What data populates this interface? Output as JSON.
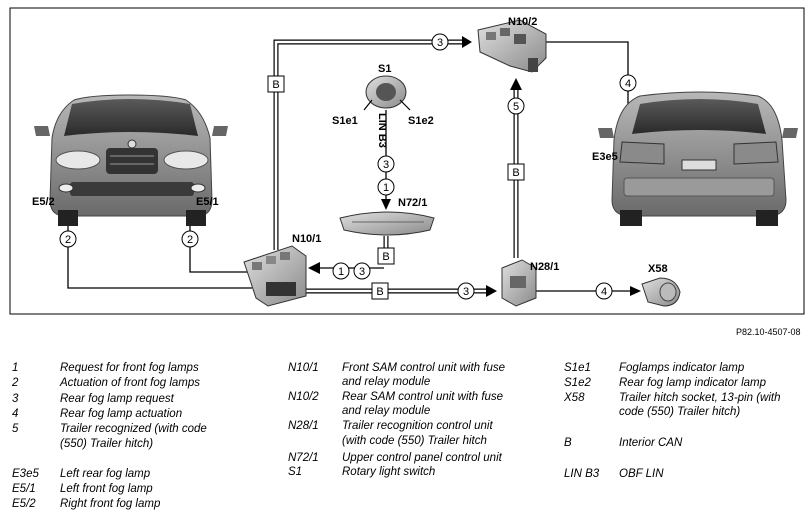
{
  "labels": {
    "n10_2": "N10/2",
    "s1": "S1",
    "s1e1": "S1e1",
    "s1e2": "S1e2",
    "lin_b3": "LIN B3",
    "n72_1": "N72/1",
    "n10_1": "N10/1",
    "n28_1": "N28/1",
    "x58": "X58",
    "e5_2": "E5/2",
    "e5_1": "E5/1",
    "e3e5": "E3e5",
    "bus_b": "B"
  },
  "signals": [
    "1",
    "2",
    "3",
    "4",
    "5"
  ],
  "reference": "P82.10-4507-08",
  "legend": {
    "col1": [
      {
        "code": "1",
        "desc": [
          "Request for front fog lamps"
        ]
      },
      {
        "code": "2",
        "desc": [
          "Actuation of front fog lamps"
        ]
      },
      {
        "code": "3",
        "desc": [
          "Rear fog lamp request"
        ]
      },
      {
        "code": "4",
        "desc": [
          "Rear fog lamp actuation"
        ]
      },
      {
        "code": "5",
        "desc": [
          "Trailer recognized (with code",
          "(550) Trailer hitch)"
        ]
      },
      {
        "code": "E3e5",
        "desc": [
          "Left rear fog lamp"
        ]
      },
      {
        "code": "E5/1",
        "desc": [
          "Left front fog lamp"
        ]
      },
      {
        "code": "E5/2",
        "desc": [
          "Right front fog lamp"
        ]
      }
    ],
    "col2": [
      {
        "code": "N10/1",
        "desc": [
          "Front SAM control unit with fuse",
          "and relay module"
        ]
      },
      {
        "code": "N10/2",
        "desc": [
          "Rear SAM control unit with fuse",
          "and relay module"
        ]
      },
      {
        "code": "N28/1",
        "desc": [
          "Trailer recognition control unit",
          "(with code (550) Trailer hitch"
        ]
      },
      {
        "code": "N72/1",
        "desc": [
          "Upper control panel control unit"
        ]
      },
      {
        "code": "S1",
        "desc": [
          "Rotary light switch"
        ]
      }
    ],
    "col3": [
      {
        "code": "S1e1",
        "desc": [
          "Foglamps indicator lamp"
        ]
      },
      {
        "code": "S1e2",
        "desc": [
          "Rear fog lamp indicator lamp"
        ]
      },
      {
        "code": "X58",
        "desc": [
          "Trailer hitch socket, 13-pin (with",
          "code (550) Trailer hitch)"
        ]
      },
      {
        "code": "B",
        "desc": [
          "Interior CAN"
        ]
      },
      {
        "code": "LIN B3",
        "desc": [
          "OBF LIN"
        ]
      }
    ]
  }
}
